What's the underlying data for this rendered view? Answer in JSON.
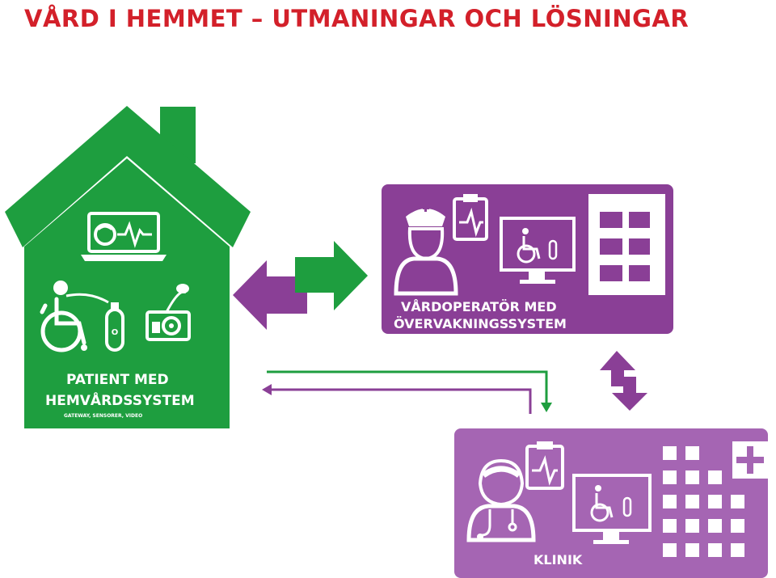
{
  "title": "VÅRD I HEMMET – UTMANINGAR OCH LÖSNINGAR",
  "colors": {
    "title_red": "#d3202a",
    "green": "#1e9e3f",
    "purple_dark": "#8a3f96",
    "purple_light": "#a565b3",
    "white": "#ffffff"
  },
  "nodes": {
    "home": {
      "line1": "PATIENT MED",
      "line2": "HEMVÅRDSSYSTEM",
      "sub": "GATEWAY, SENSORER, VIDEO",
      "icons": [
        "laptop-video-call-icon",
        "wheelchair-user-icon",
        "oxygen-tank-icon",
        "blood-pressure-monitor-icon",
        "house-icon"
      ]
    },
    "operator": {
      "line1": "VÅRDOPERATÖR MED",
      "line2": "ÖVERVAKNINGSSYSTEM",
      "icons": [
        "nurse-icon",
        "clipboard-heartbeat-icon",
        "monitor-patient-icon",
        "office-building-icon"
      ]
    },
    "clinic": {
      "label": "KLINIK",
      "icons": [
        "doctor-icon",
        "clipboard-heartbeat-icon",
        "monitor-patient-icon",
        "hospital-building-icon",
        "medical-cross-icon"
      ]
    }
  },
  "connections": [
    {
      "from": "home",
      "to": "operator",
      "kind": "bidirectional-block-arrows"
    },
    {
      "from": "home",
      "to": "clinic",
      "kind": "bidirectional-line-arrows"
    },
    {
      "from": "operator",
      "to": "clinic",
      "kind": "bidirectional-block-arrows"
    }
  ]
}
